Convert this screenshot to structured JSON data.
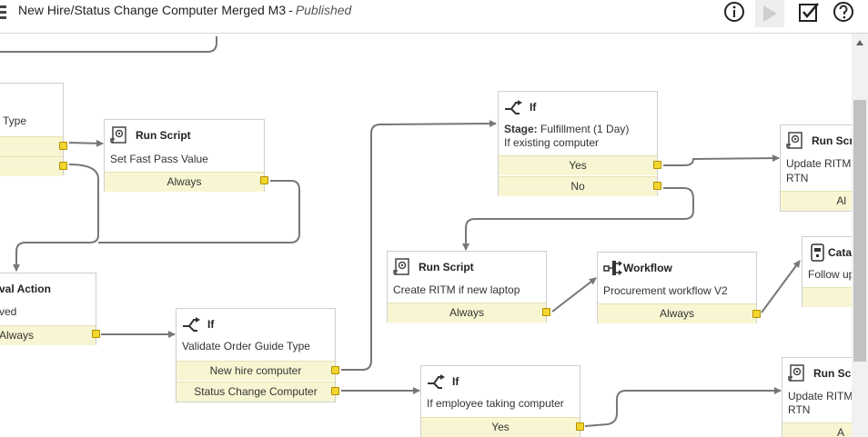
{
  "header": {
    "title": "New Hire/Status Change Computer Merged M3",
    "separator": "-",
    "status": "Published",
    "icons": [
      "info-icon",
      "play-icon",
      "checkbox-icon",
      "help-icon"
    ]
  },
  "colors": {
    "condition_bg": "#f8f6d2",
    "port": "#f2d52e",
    "wire": "#777777",
    "border": "#cfcfcf"
  },
  "activities": {
    "type_partial": {
      "body1": "Type"
    },
    "run_script_fast_pass": {
      "type": "Run Script",
      "body1": "Set Fast Pass Value",
      "cond1": "Always"
    },
    "approval_partial": {
      "type": "val Action",
      "body1": "ved",
      "cond1": "Always"
    },
    "if_validate": {
      "type": "If",
      "body1": "Validate Order Guide Type",
      "cond1": "New hire computer",
      "cond2": "Status Change Computer"
    },
    "if_stage": {
      "type": "If",
      "stage_label": "Stage:",
      "stage_value": "Fulfillment (1 Day)",
      "body2": "If existing computer",
      "cond1": "Yes",
      "cond2": "No"
    },
    "run_script_ritm": {
      "type": "Run Script",
      "body1": "Create RITM if new laptop",
      "cond1": "Always"
    },
    "workflow_procurement": {
      "type": "Workflow",
      "body1": "Procurement workflow V2",
      "cond1": "Always"
    },
    "if_employee": {
      "type": "If",
      "body1": "If employee taking computer",
      "cond1": "Yes"
    },
    "run_script_update_1": {
      "type": "Run Scr",
      "body1": "Update RITM",
      "body2": "RTN",
      "cond1": "Al"
    },
    "catalog_partial": {
      "type": "Cata",
      "body1": "Follow up"
    },
    "run_script_update_2": {
      "type": "Run Scr",
      "body1": "Update RITM",
      "body2": "RTN",
      "cond1": "A"
    }
  }
}
